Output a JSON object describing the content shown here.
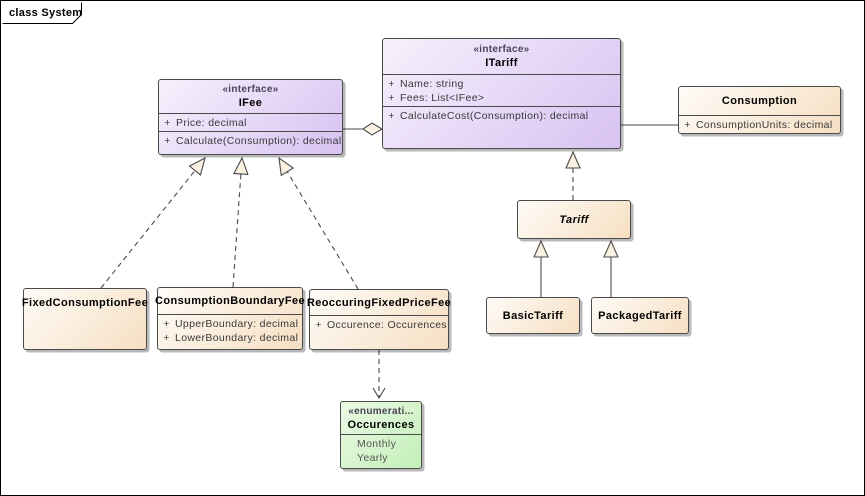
{
  "diagram": {
    "frame_label": "class System"
  },
  "colors": {
    "interface_fill_light": "#f6f1fc",
    "interface_fill_dark": "#d8c2f2",
    "class_fill_light": "#fefbf6",
    "class_fill_dark": "#f6dfc3",
    "enum_fill_light": "#ecfae5",
    "enum_fill_dark": "#c2efb8",
    "border": "#4a4a4a"
  },
  "nodes": {
    "ifee": {
      "stereotype": "«interface»",
      "name": "IFee",
      "attributes": [
        {
          "vis": "+",
          "text": "Price: decimal"
        }
      ],
      "operations": [
        {
          "vis": "+",
          "text": "Calculate(Consumption): decimal"
        }
      ]
    },
    "itariff": {
      "stereotype": "«interface»",
      "name": "ITariff",
      "attributes": [
        {
          "vis": "+",
          "text": "Name: string"
        },
        {
          "vis": "+",
          "text": "Fees: List<IFee>"
        }
      ],
      "operations": [
        {
          "vis": "+",
          "text": "CalculateCost(Consumption): decimal"
        }
      ]
    },
    "consumption": {
      "name": "Consumption",
      "attributes": [
        {
          "vis": "+",
          "text": "ConsumptionUnits: decimal"
        }
      ]
    },
    "tariff": {
      "name": "Tariff"
    },
    "fixedconsumptionfee": {
      "name": "FixedConsumptionFee"
    },
    "consumptionboundaryfee": {
      "name": "ConsumptionBoundaryFee",
      "attributes": [
        {
          "vis": "+",
          "text": "UpperBoundary: decimal"
        },
        {
          "vis": "+",
          "text": "LowerBoundary: decimal"
        }
      ]
    },
    "reoccuringfixedpricefee": {
      "name": "ReoccuringFixedPriceFee",
      "attributes": [
        {
          "vis": "+",
          "text": "Occurence: Occurences"
        }
      ]
    },
    "basictariff": {
      "name": "BasicTariff"
    },
    "packagedtariff": {
      "name": "PackagedTariff"
    },
    "occurences": {
      "stereotype": "«enumerati...",
      "name": "Occurences",
      "literals": [
        "Monthly",
        "Yearly"
      ]
    }
  },
  "relationships": [
    {
      "type": "aggregation",
      "from": "IFee",
      "to": "ITariff"
    },
    {
      "type": "association",
      "from": "ITariff",
      "to": "Consumption"
    },
    {
      "type": "realization",
      "from": "Tariff",
      "to": "ITariff"
    },
    {
      "type": "generalization",
      "from": "BasicTariff",
      "to": "Tariff"
    },
    {
      "type": "generalization",
      "from": "PackagedTariff",
      "to": "Tariff"
    },
    {
      "type": "realization",
      "from": "FixedConsumptionFee",
      "to": "IFee"
    },
    {
      "type": "realization",
      "from": "ConsumptionBoundaryFee",
      "to": "IFee"
    },
    {
      "type": "realization",
      "from": "ReoccuringFixedPriceFee",
      "to": "IFee"
    },
    {
      "type": "dependency",
      "from": "ReoccuringFixedPriceFee",
      "to": "Occurences"
    }
  ]
}
